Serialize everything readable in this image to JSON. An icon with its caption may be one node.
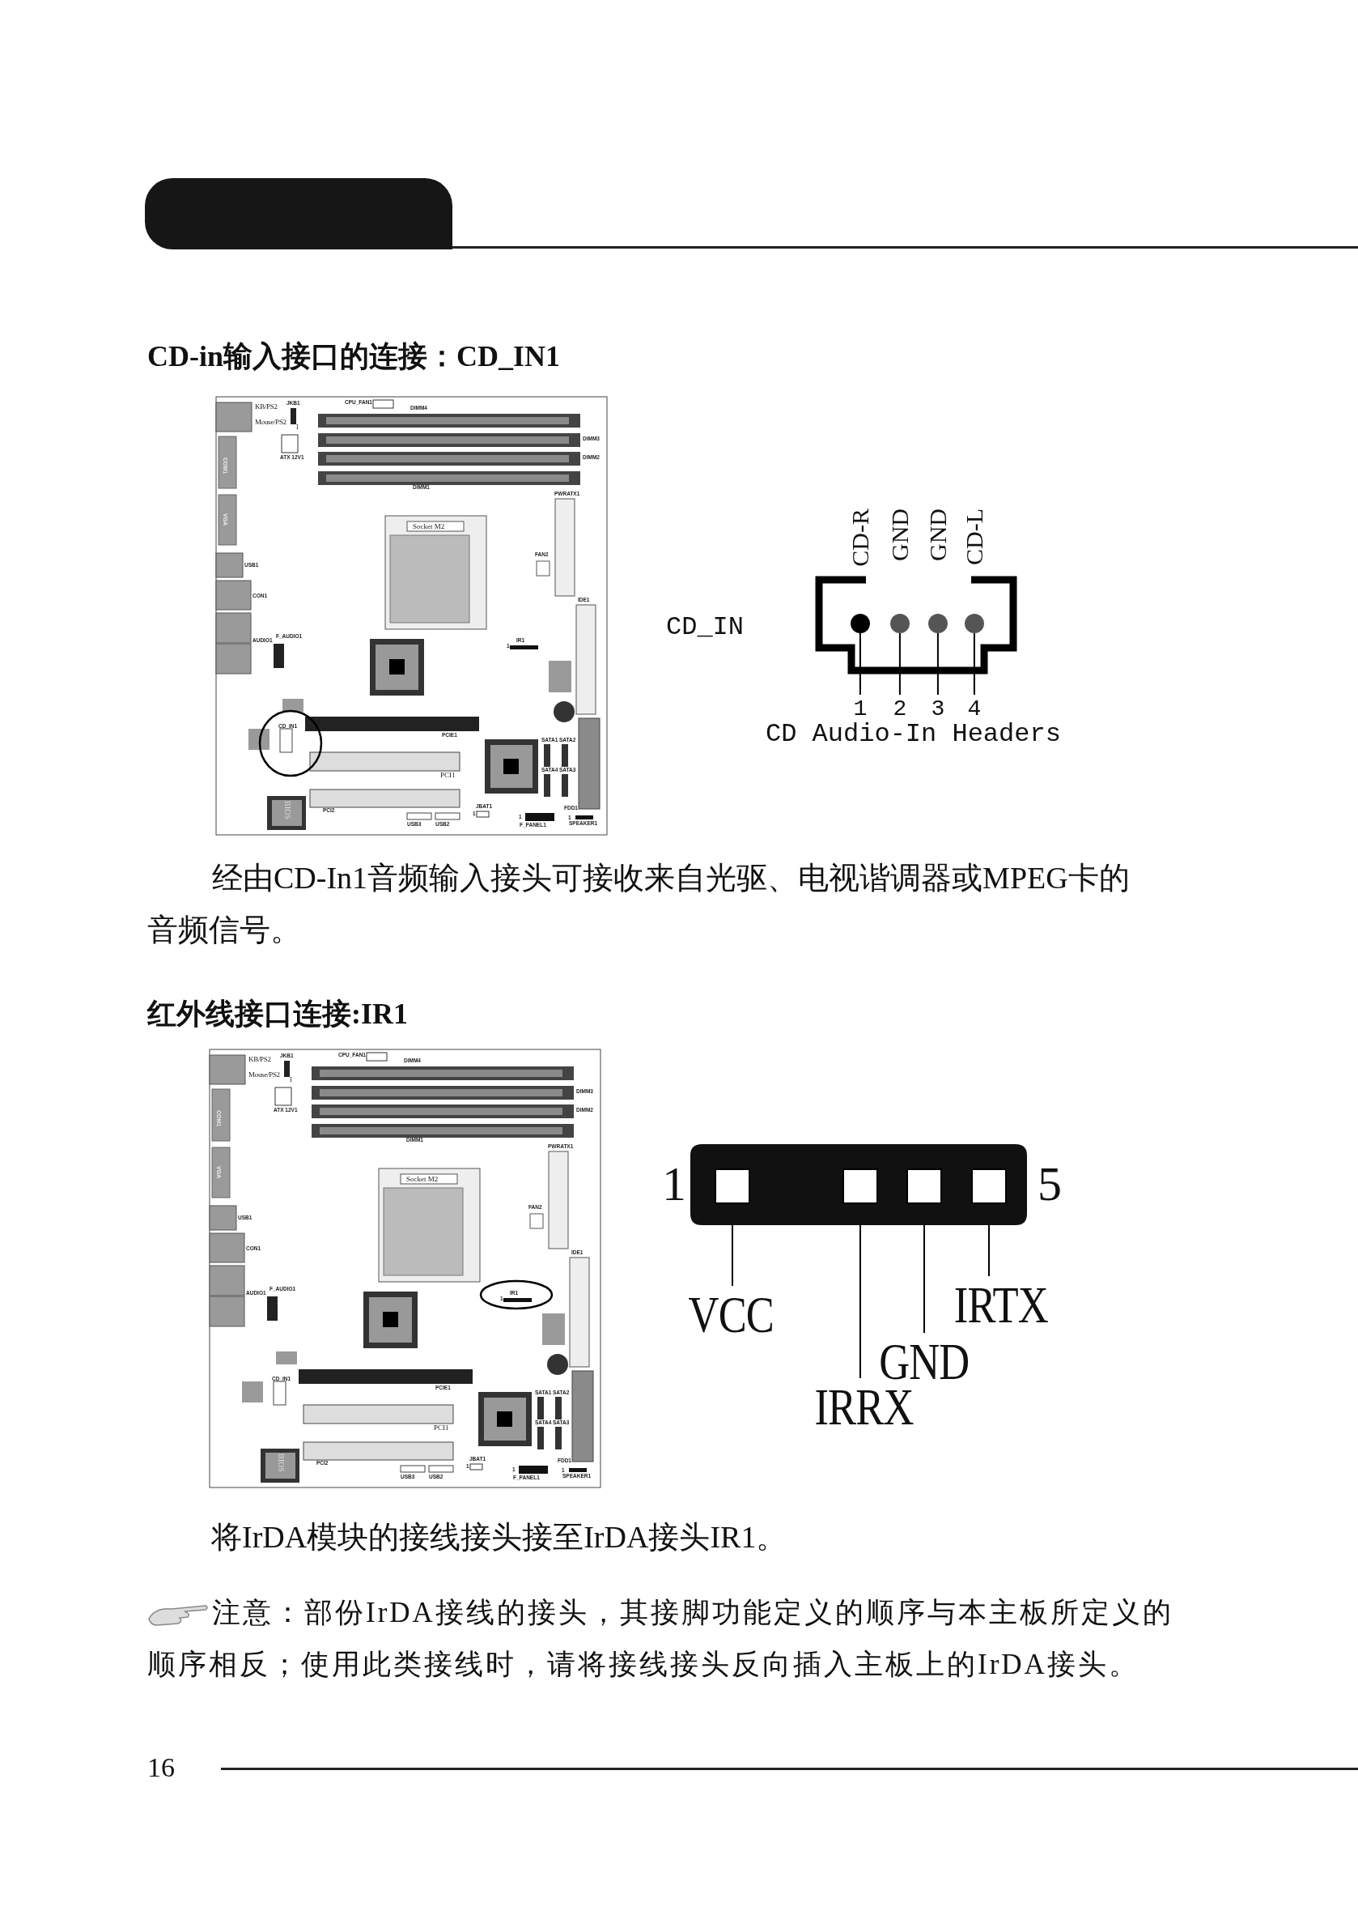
{
  "diagram": {
    "nodes": [
      {
        "text": [],
        "shape": "circle"
      },
      {
        "text": [],
        "shape": "circle"
      },
      {
        "text": [],
        "shape": "circle"
      },
      {
        "text": [],
        "shape": "circle"
      },
      {
        "text": [
          "1"
        ]
      },
      {
        "text": [
          "2"
        ]
      },
      {
        "text": [
          "3"
        ]
      },
      {
        "text": [
          "4"
        ]
      },
      {
        "text": [],
        "shape": "box"
      },
      {
        "text": [],
        "shape": "box"
      },
      {
        "text": [],
        "shape": "box"
      },
      {
        "text": [],
        "shape": "box"
      },
      {
        "text": [
          "VCC"
        ]
      },
      {
        "text": [
          "IRTX"
        ]
      },
      {
        "text": [
          "GND"
        ]
      },
      {
        "text": [
          "IRRX"
        ]
      }
    ],
    "edges": [
      {
        "from": 0,
        "to": 4,
        "arrow": "none"
      },
      {
        "from": 1,
        "to": 5,
        "arrow": "none"
      },
      {
        "from": 2,
        "to": 6,
        "arrow": "none"
      },
      {
        "from": 3,
        "to": 7,
        "arrow": "none"
      },
      {
        "from": 12,
        "to": 8,
        "arrow": "none"
      },
      {
        "from": 15,
        "to": 9,
        "arrow": "none"
      },
      {
        "from": 14,
        "to": 10,
        "arrow": "none"
      },
      {
        "from": 13,
        "to": 11,
        "arrow": "none"
      }
    ],
    "labels": [
      "CD-in输入接口的连接：CD_IN1",
      "KB/PS2",
      "JKB1",
      "Mouse/PS2",
      "1",
      "CPU_FAN1",
      "DIMM4",
      "ATX 12V1",
      "DIMM3",
      "COM1",
      "DIMM2",
      "DIMM1",
      "PWRATX1",
      "VGA",
      "Socket M2",
      "FAN2",
      "USB1",
      "CON1",
      "IDE1",
      "F_AUDIO1",
      "AUDIO1",
      "IR1",
      "1",
      "CD_IN1",
      "PCIE1",
      "SATA1",
      "SATA2",
      "SATA4",
      "SATA3",
      "PCI1",
      "BIOS",
      "JBAT1",
      "1",
      "PCI2",
      "FDD1",
      "1",
      "1",
      "USB3",
      "USB2",
      "F_PANEL1",
      "SPEAKER1",
      "CD-R",
      "GND",
      "GND",
      "CD-L",
      "CD_IN",
      "CD Audio-In Headers",
      "经由CD-In1音频输入接头可接收来自光驱、电视谐调器或MPEG卡的音频信号。",
      "红外线接口连接:IR1",
      "KB/PS2",
      "JKB1",
      "Mouse/PS2",
      "1",
      "CPU_FAN1",
      "DIMM4",
      "ATX 12V1",
      "DIMM3",
      "COM1",
      "DIMM2",
      "DIMM1",
      "PWRATX1",
      "VGA",
      "Socket M2",
      "FAN2",
      "USB1",
      "CON1",
      "IDE1",
      "F_AUDIO1",
      "AUDIO1",
      "IR1",
      "1",
      "CD_IN1",
      "PCIE1",
      "SATA1",
      "SATA2",
      "SATA4",
      "SATA3",
      "PCI1",
      "BIOS",
      "JBAT1",
      "1",
      "PCI2",
      "FDD1",
      "1",
      "1",
      "USB3",
      "USB2",
      "F_PANEL1",
      "SPEAKER1",
      "1",
      "5",
      "将IrDA模块的接线接头接至IrDA接头IR1。",
      "注意：部份IrDA接线的接头，其接脚功能定义的顺序与本主板所定义的顺序相反；使用此类接线时，请将接线接头反向插入主板上的IrDA接头。",
      "16"
    ]
  }
}
